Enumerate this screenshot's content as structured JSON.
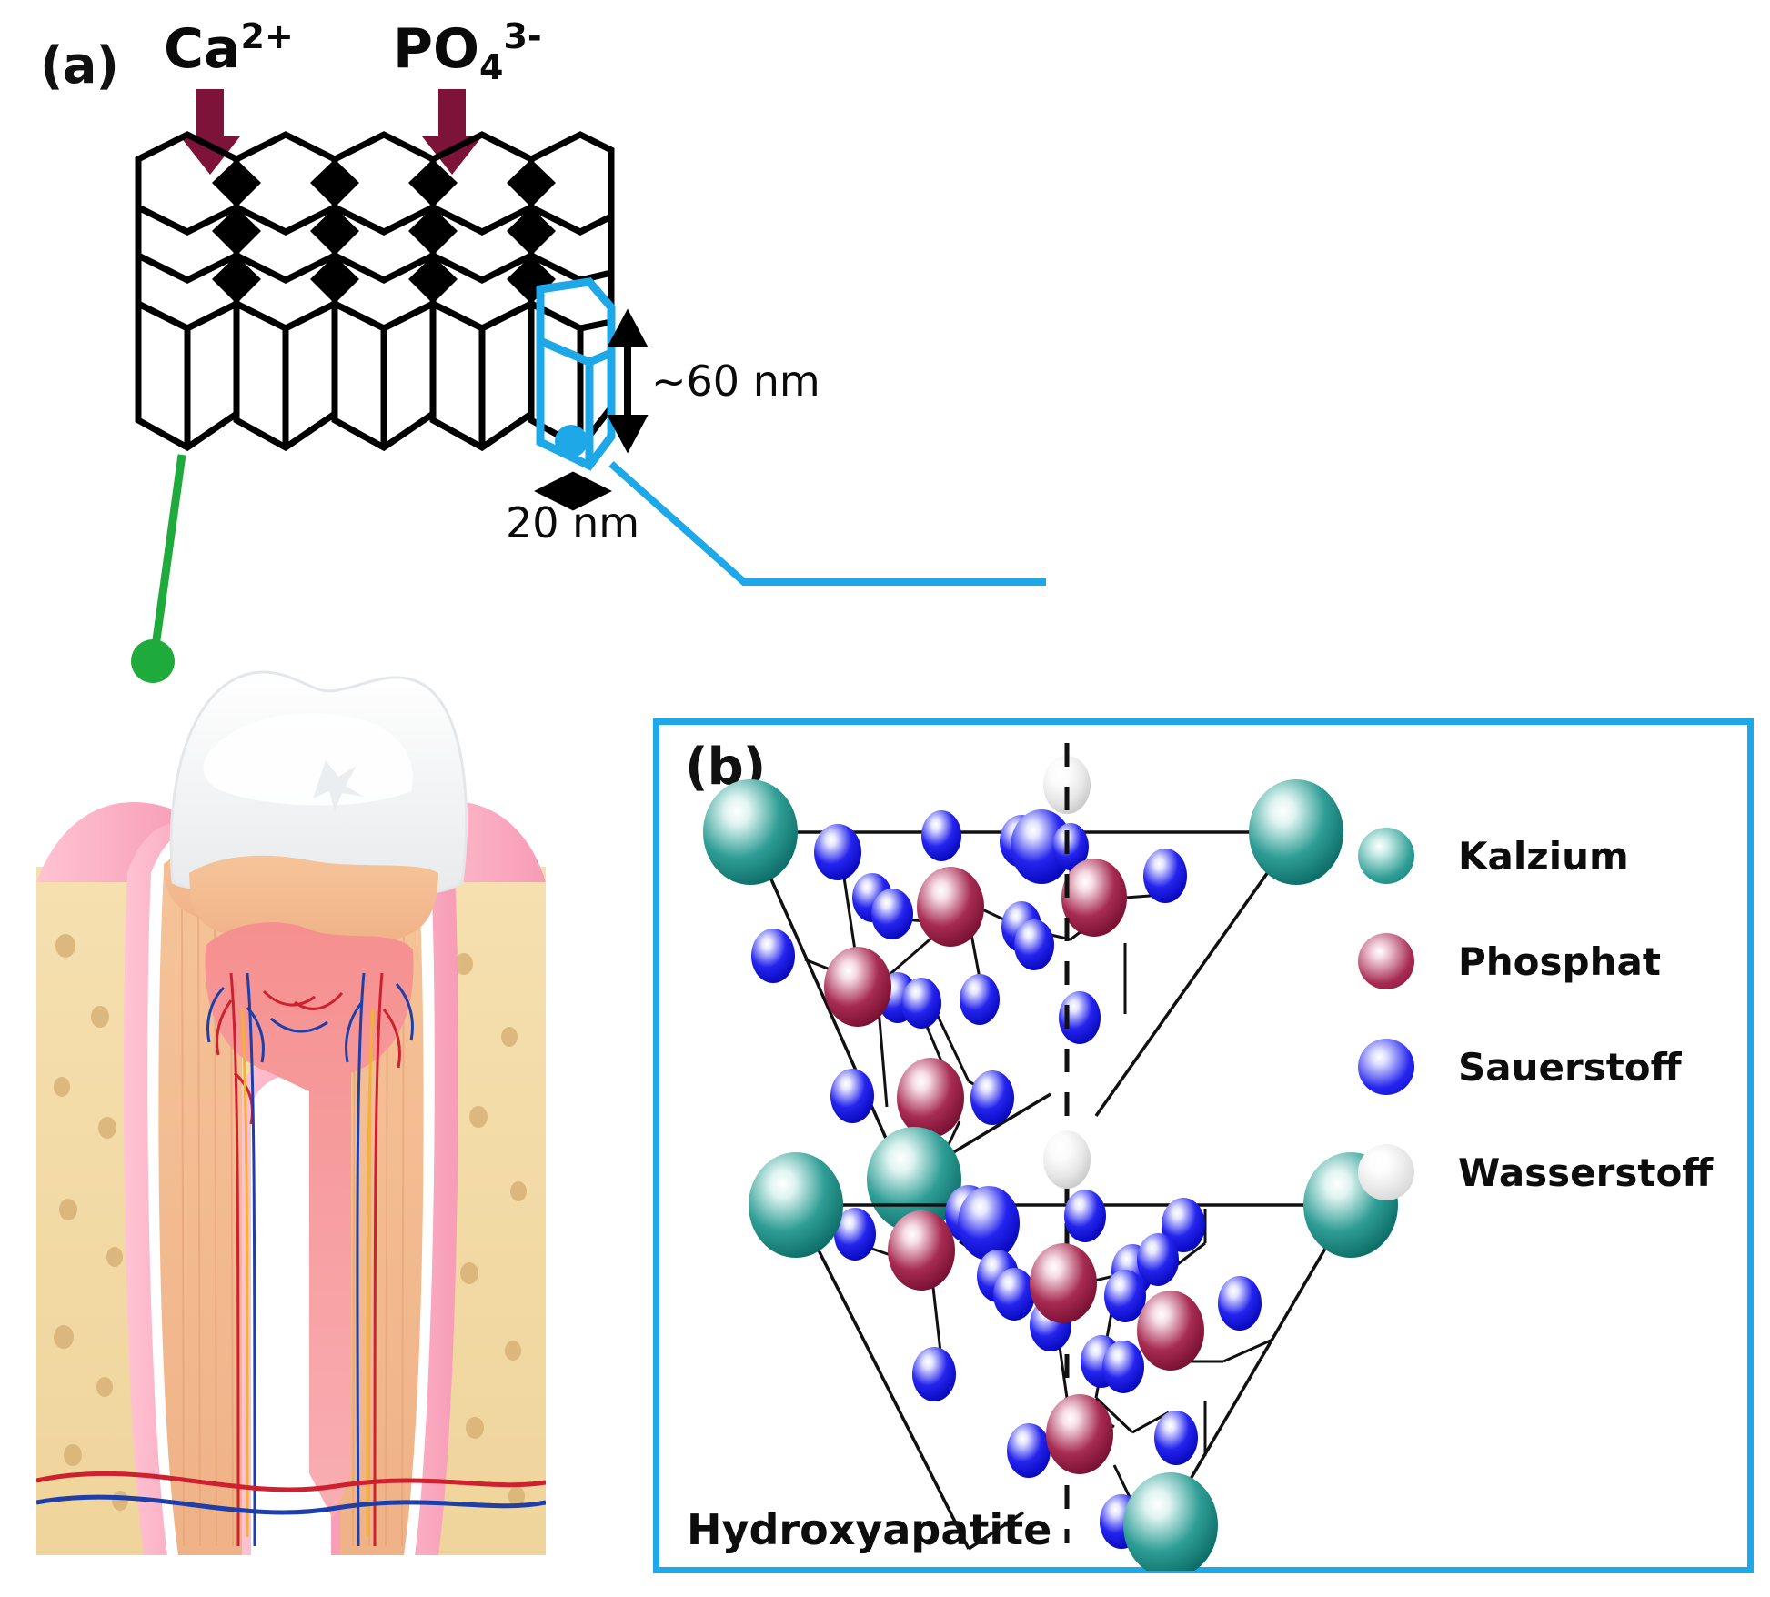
{
  "figure": {
    "panel_a": {
      "tag": "(a)",
      "ion_labels": [
        {
          "name": "calcium-ion",
          "text": "Ca",
          "sup": "2+"
        },
        {
          "name": "phosphate-ion",
          "text": "PO",
          "sub": "4",
          "sup": "3-"
        }
      ],
      "dimensions": {
        "height": "~60 nm",
        "width": "20 nm"
      },
      "colors": {
        "arrow": "#7d1338",
        "highlight_prism": "#1fa8e8",
        "tooth_marker": "#1faa3c",
        "lattice": "#000000"
      },
      "lattice": {
        "type": "hexagonal-prism-array",
        "columns": 6,
        "rows_top_view": 3,
        "prism_side_rows": 1
      }
    },
    "panel_b": {
      "tag": "(b)",
      "caption": "Hydroxyapatite",
      "border_color": "#1fa8e8",
      "legend": [
        {
          "label": "Kalzium",
          "color": "#2f9e96",
          "sphere": "sph-ca"
        },
        {
          "label": "Phosphat",
          "color": "#a72b52",
          "sphere": "sph-p"
        },
        {
          "label": "Sauerstoff",
          "color": "#2424ee",
          "sphere": "sph-o"
        },
        {
          "label": "Wasserstoff",
          "color": "#e2e2e2",
          "sphere": "sph-h"
        }
      ],
      "structure": {
        "units": 2,
        "mirror_line": "dashed-vertical",
        "unit_outline": "triangle"
      }
    }
  }
}
